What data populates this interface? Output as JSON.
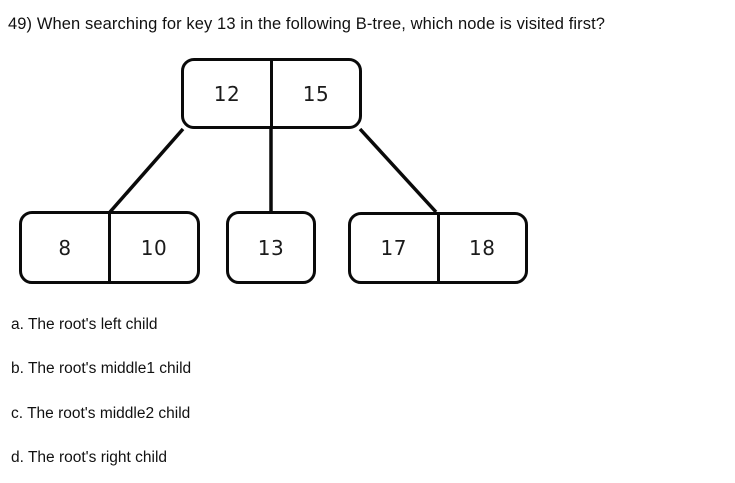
{
  "question": {
    "number": "49)",
    "text": "49) When searching for key 13 in the following B-tree, which node is visited first?"
  },
  "diagram": {
    "type": "b-tree",
    "stroke_color": "#0a0a0a",
    "fill_color": "#ffffff",
    "nodes": [
      {
        "id": "root",
        "role": "root",
        "keys": [
          "12",
          "15"
        ]
      },
      {
        "id": "leaf-left",
        "role": "left-child",
        "keys": [
          "8",
          "10"
        ]
      },
      {
        "id": "leaf-middle",
        "role": "middle-child",
        "keys": [
          "13"
        ]
      },
      {
        "id": "leaf-right",
        "role": "right-child",
        "keys": [
          "17",
          "18"
        ]
      }
    ],
    "edges": [
      {
        "from": "root",
        "to": "leaf-left"
      },
      {
        "from": "root",
        "to": "leaf-middle"
      },
      {
        "from": "root",
        "to": "leaf-right"
      }
    ]
  },
  "answers": [
    {
      "letter": "a.",
      "text": "a. The root's left child"
    },
    {
      "letter": "b.",
      "text": "b. The root's middle1 child"
    },
    {
      "letter": "c.",
      "text": "c. The root's middle2 child"
    },
    {
      "letter": "d.",
      "text": "d. The root's right child"
    }
  ]
}
